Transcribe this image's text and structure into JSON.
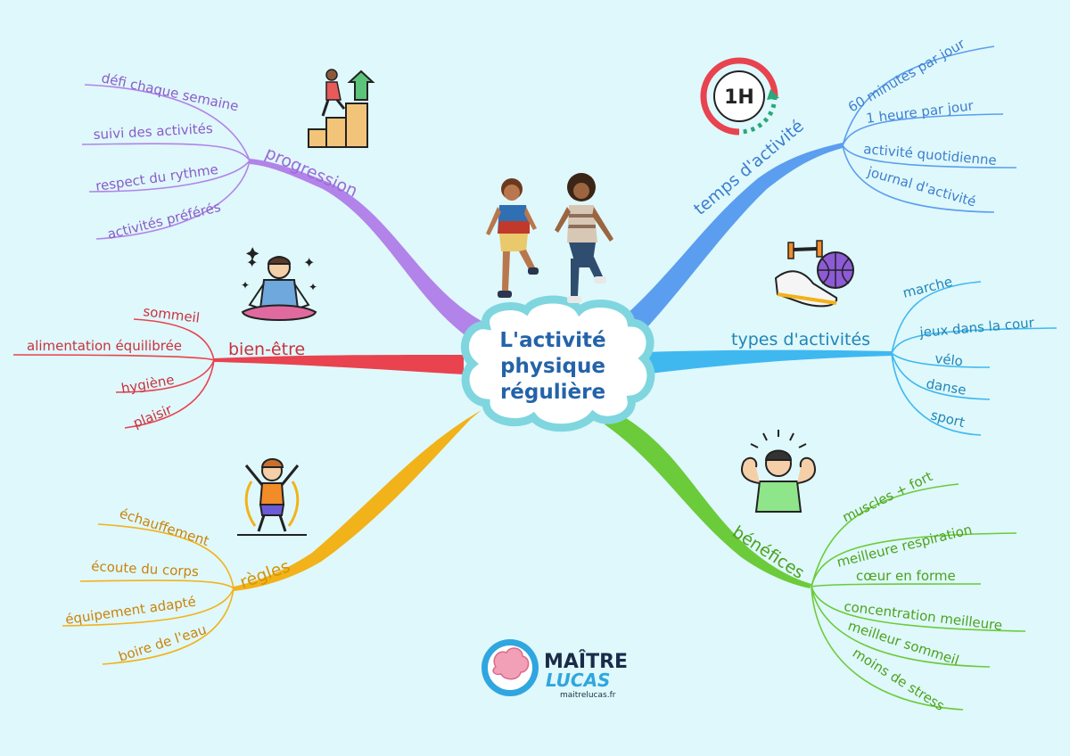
{
  "center": {
    "line1": "L'activité",
    "line2": "physique",
    "line3": "régulière"
  },
  "branches": {
    "progression": {
      "label": "progression",
      "color": "#b283e9",
      "leaves": [
        "défi chaque semaine",
        "suivi des activités",
        "respect du rythme",
        "activités préférés"
      ]
    },
    "bienetre": {
      "label": "bien-être",
      "color": "#e8434f",
      "leaves": [
        "sommeil",
        "alimentation équilibrée",
        "hygiène",
        "plaisir"
      ]
    },
    "regles": {
      "label": "règles",
      "color": "#f2b21a",
      "leaves": [
        "échauffement",
        "écoute du corps",
        "équipement adapté",
        "boire de l'eau"
      ]
    },
    "temps": {
      "label": "temps d'activité",
      "color": "#5b9ef0",
      "leaves": [
        "60 minutes par jour",
        "1 heure par jour",
        "activité quotidienne",
        "journal d'activité"
      ]
    },
    "types": {
      "label": "types d'activités",
      "color": "#3fb8f0",
      "leaves": [
        "marche",
        "jeux dans la cour",
        "vélo",
        "danse",
        "sport"
      ]
    },
    "benefices": {
      "label": "bénéfices",
      "color": "#6bcb3a",
      "leaves": [
        "muscles + fort",
        "meilleure respiration",
        "cœur en forme",
        "concentration meilleure",
        "meilleur sommeil",
        "moins de stress"
      ]
    }
  },
  "clock": {
    "text": "1H"
  },
  "logo": {
    "line1": "MAÎTRE",
    "line2": "LUCAS",
    "url": "maitrelucas.fr"
  },
  "colors": {
    "background": "#dff8fb",
    "cloud_border": "#7fd6df",
    "title": "#2463a8"
  }
}
